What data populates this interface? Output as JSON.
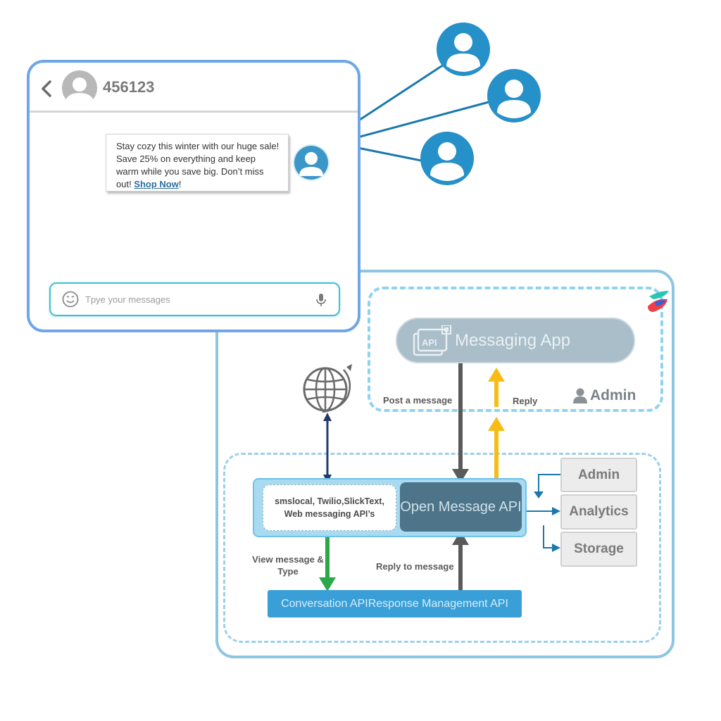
{
  "chat": {
    "contact_name": "456123",
    "message_text": "Stay cozy this winter with our huge sale! Save 25% on everything and keep warm while you save big. Don’t miss out! ",
    "message_link": "Shop Now",
    "message_suffix": "!",
    "input_placeholder": "Tpye your messages",
    "icons": [
      "back-arrow-icon",
      "avatar-icon",
      "emoji-icon",
      "microphone-icon"
    ]
  },
  "diagram": {
    "messaging_app": "Messaging App",
    "admin_label": "Admin",
    "post_label": "Post a message",
    "reply_label": "Reply",
    "providers": "smslocal, Twilio,SlickText, Web messaging API’s",
    "open_api": "Open Message API",
    "side_boxes": [
      "Admin",
      "Analytics",
      "Storage"
    ],
    "view_label": "View message & Type",
    "reply_msg_label": "Reply to message",
    "conversation_api": "Conversation APIResponse Management API"
  },
  "colors": {
    "user_icon": "#2690c8",
    "frame_border": "#8ec6e2",
    "reply_arrow": "#f7bd16",
    "post_arrow": "#5a5a5a",
    "view_arrow": "#2aa84a",
    "internet_arrow": "#1f3a6b"
  }
}
